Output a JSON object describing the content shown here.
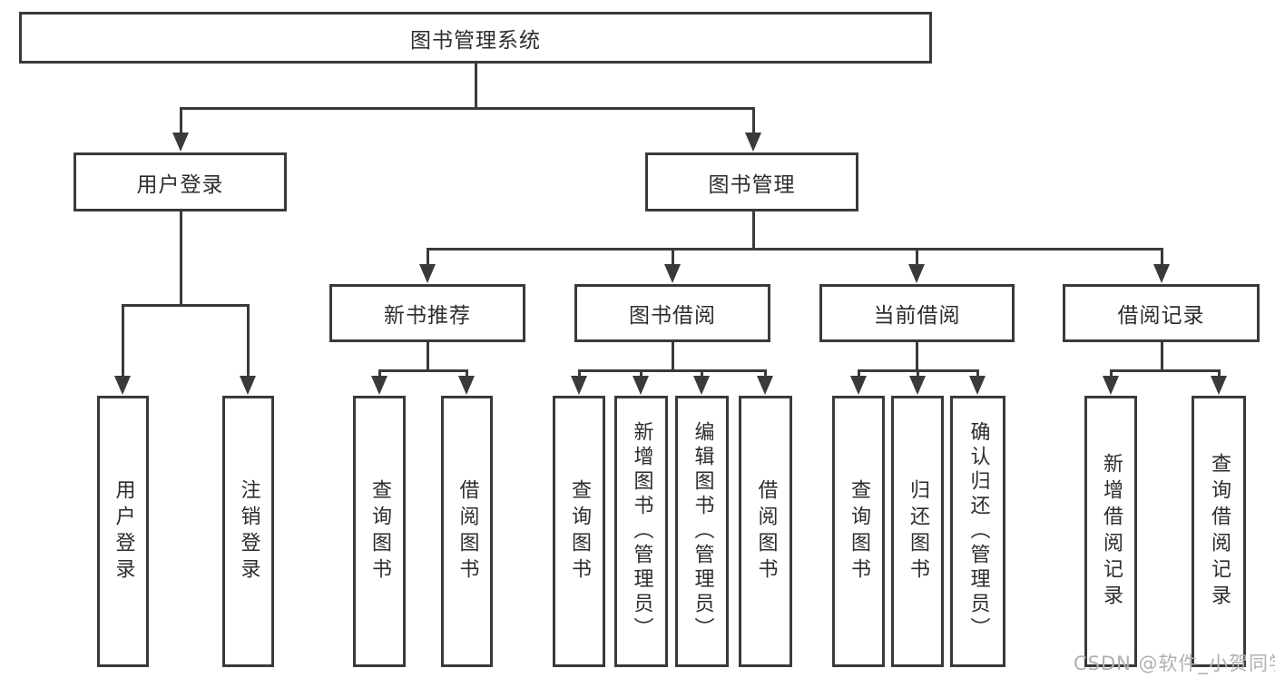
{
  "diagram": {
    "title": "图书管理系统",
    "nodes": {
      "root": "图书管理系统",
      "user_login": "用户登录",
      "book_mgmt": "图书管理",
      "new_book": "新书推荐",
      "book_borrow": "图书借阅",
      "current_borrow": "当前借阅",
      "borrow_record": "借阅记录",
      "ul_login": "用户登录",
      "ul_logout": "注销登录",
      "nb_query": "查询图书",
      "nb_borrow": "借阅图书",
      "bb_query": "查询图书",
      "bb_add": "新增图书（管理员）",
      "bb_edit": "编辑图书（管理员）",
      "bb_borrow": "借阅图书",
      "cb_query": "查询图书",
      "cb_return": "归还图书",
      "cb_confirm": "确认归还（管理员）",
      "br_add": "新增借阅记录",
      "br_query": "查询借阅记录"
    },
    "structure": {
      "图书管理系统": {
        "用户登录": [
          "用户登录",
          "注销登录"
        ],
        "图书管理": {
          "新书推荐": [
            "查询图书",
            "借阅图书"
          ],
          "图书借阅": [
            "查询图书",
            "新增图书（管理员）",
            "编辑图书（管理员）",
            "借阅图书"
          ],
          "当前借阅": [
            "查询图书",
            "归还图书",
            "确认归还（管理员）"
          ],
          "借阅记录": [
            "新增借阅记录",
            "查询借阅记录"
          ]
        }
      }
    }
  },
  "watermark": {
    "text": "CSDN @软件_小贺同学"
  },
  "colors": {
    "line": "#3a3a3a",
    "text": "#2d2d2d",
    "watermark": "#b0b0b0",
    "background": "#ffffff"
  }
}
